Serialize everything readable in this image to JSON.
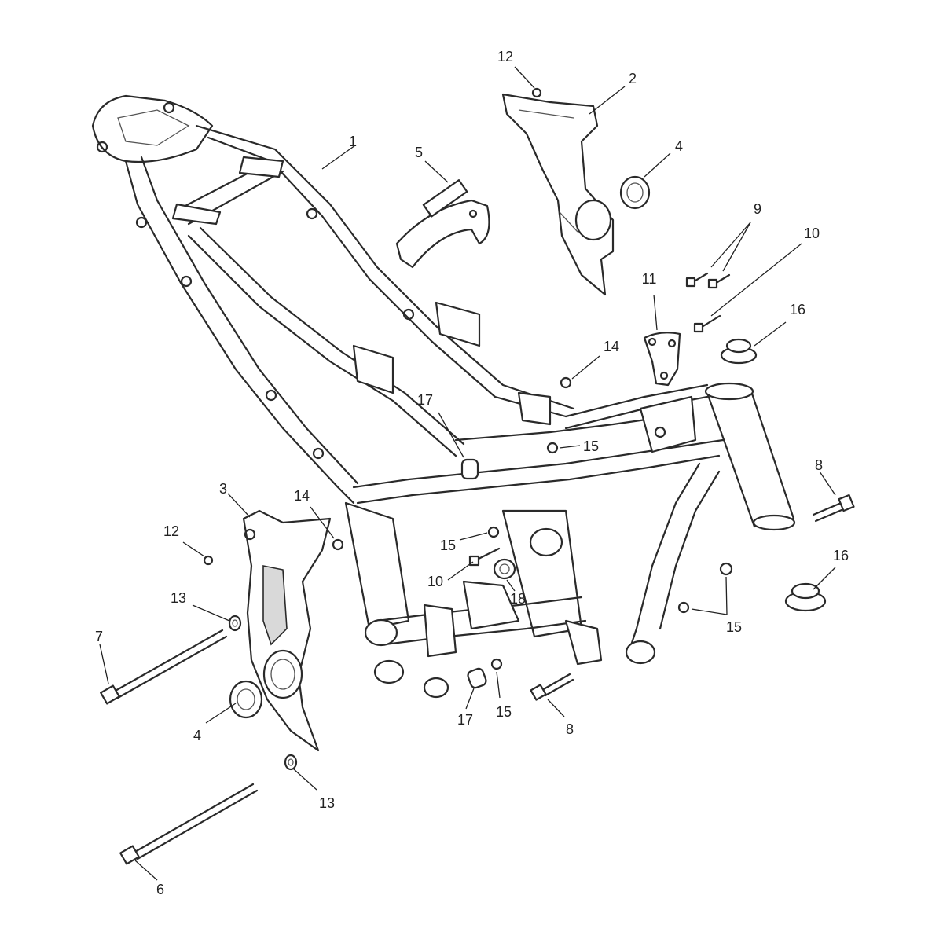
{
  "callouts": {
    "c1": "1",
    "c2": "2",
    "c3": "3",
    "c4a": "4",
    "c4b": "4",
    "c5": "5",
    "c6": "6",
    "c7": "7",
    "c8a": "8",
    "c8b": "8",
    "c9": "9",
    "c10a": "10",
    "c10b": "10",
    "c11": "11",
    "c12a": "12",
    "c12b": "12",
    "c13a": "13",
    "c13b": "13",
    "c14a": "14",
    "c14b": "14",
    "c15a": "15",
    "c15b": "15",
    "c15c": "15",
    "c15d": "15",
    "c16a": "16",
    "c16b": "16",
    "c17a": "17",
    "c17b": "17",
    "c18": "18"
  }
}
